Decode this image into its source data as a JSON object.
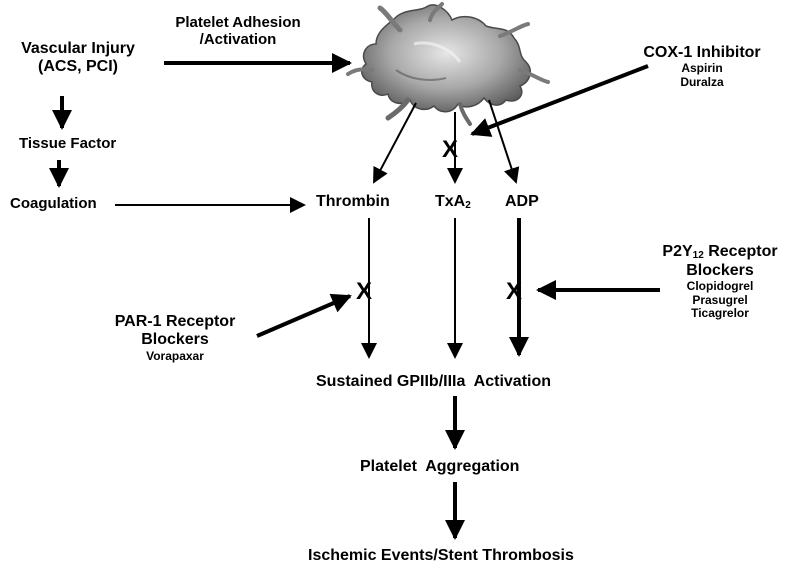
{
  "nodes": {
    "vascular_injury": {
      "line1": "Vascular Injury",
      "line2": "(ACS, PCI)"
    },
    "tissue_factor": "Tissue Factor",
    "coagulation": "Coagulation",
    "platelet_adhesion": {
      "line1": "Platelet Adhesion",
      "line2": "/Activation"
    },
    "thrombin": "Thrombin",
    "txa2": {
      "base": "TxA",
      "sub": "2"
    },
    "adp": "ADP",
    "sustained_gp": "Sustained GPIIb/IIIa  Activation",
    "platelet_aggregation": "Platelet  Aggregation",
    "ischemic_events": "Ischemic Events/Stent Thrombosis"
  },
  "inhibitors": {
    "cox1": {
      "title": "COX-1 Inhibitor",
      "drugs": [
        "Aspirin",
        "Duralza"
      ]
    },
    "par1": {
      "title_line1": "PAR-1 Receptor",
      "title_line2": "Blockers",
      "drugs": [
        "Vorapaxar"
      ]
    },
    "p2y12": {
      "title_pre": "P2Y",
      "title_sub": "12",
      "title_post": " Receptor",
      "title_line2": "Blockers",
      "drugs": [
        "Clopidogrel",
        "Prasugrel",
        "Ticagrelor"
      ]
    }
  },
  "block_marker": "X",
  "colors": {
    "text": "#000000",
    "arrow": "#000000",
    "platelet": "#8a8a8a",
    "background": "#ffffff"
  }
}
